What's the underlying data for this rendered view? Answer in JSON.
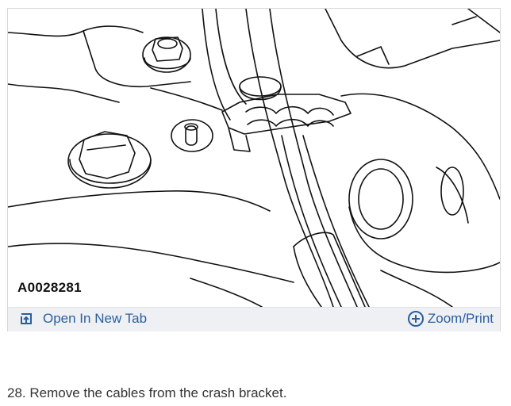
{
  "figure": {
    "id_label": "A0028281",
    "open_tab_label": "Open In New Tab",
    "zoom_print_label": "Zoom/Print",
    "icons": {
      "open_tab": "open-in-new-tab-icon",
      "zoom_print": "plus-circle-icon"
    },
    "link_color": "#2a5f9e"
  },
  "step": {
    "text": "28. Remove the cables from the crash bracket."
  }
}
